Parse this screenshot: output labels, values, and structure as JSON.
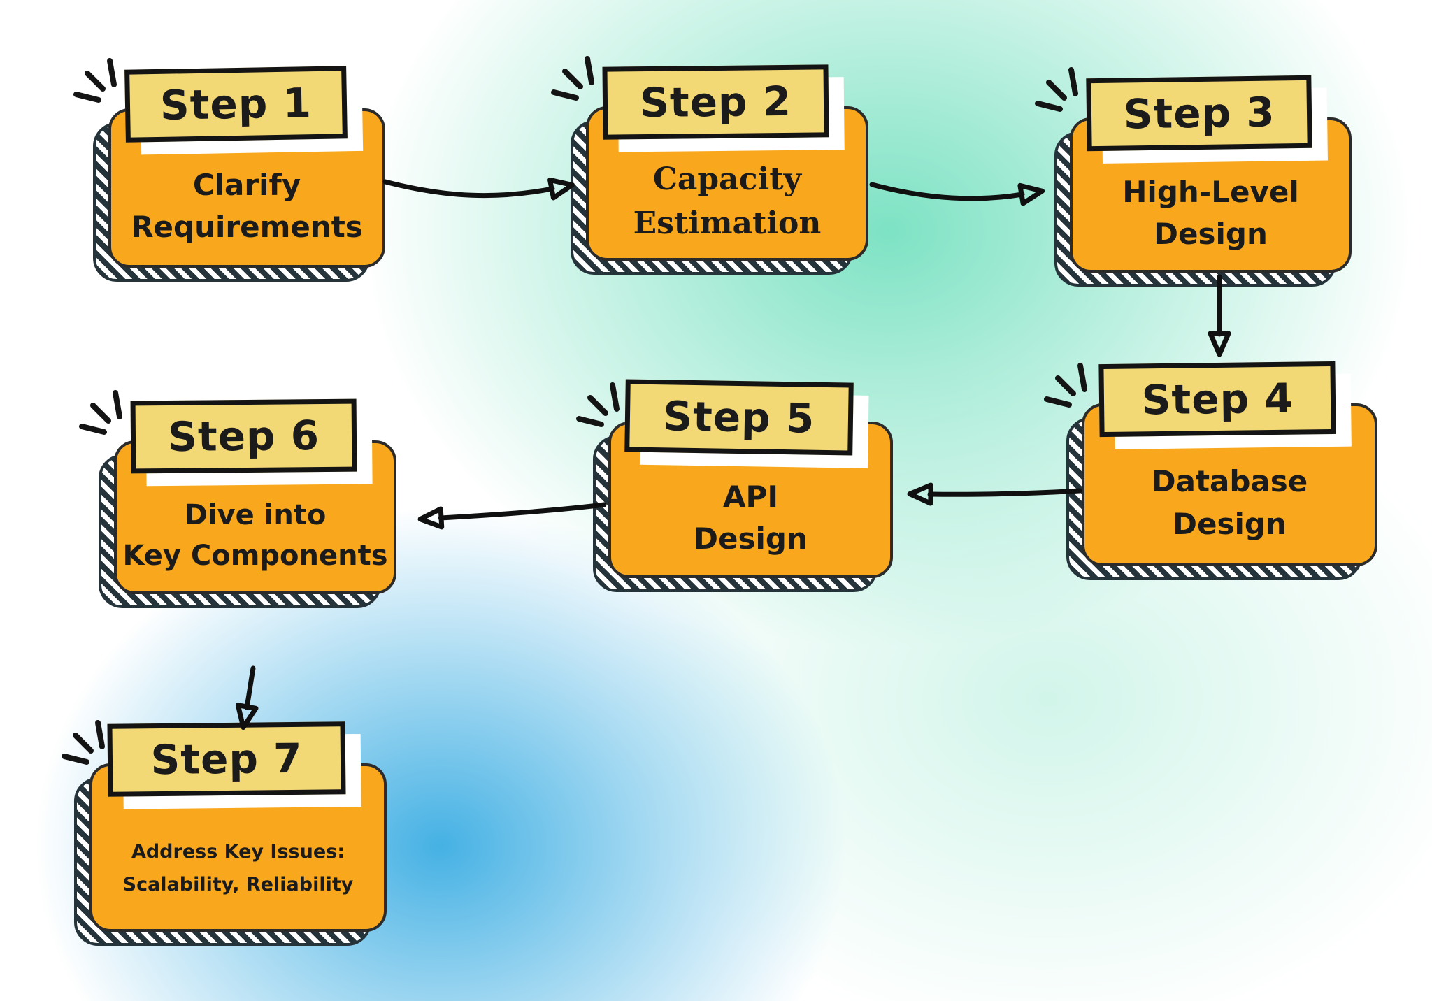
{
  "title": "System design interview steps flow",
  "colors": {
    "card": "#F9A81D",
    "banner": "#F3D976",
    "ink": "#1B1B1B",
    "mint": "#7DE2C3",
    "blue": "#45B1E4",
    "hatch": "#25333A"
  },
  "icons": {
    "sparkle": "three-ray-burst"
  },
  "steps": [
    {
      "label": "Step 1",
      "line1": "Clarify",
      "line2": "Requirements"
    },
    {
      "label": "Step 2",
      "line1": "Capacity",
      "line2": "Estimation"
    },
    {
      "label": "Step 3",
      "line1": "High-Level",
      "line2": "Design"
    },
    {
      "label": "Step 4",
      "line1": "Database",
      "line2": "Design"
    },
    {
      "label": "Step 5",
      "line1": "API",
      "line2": "Design"
    },
    {
      "label": "Step 6",
      "line1": "Dive into",
      "line2": "Key Components"
    },
    {
      "label": "Step 7",
      "line1": "Address Key Issues:",
      "line2": "Scalability, Reliability"
    }
  ],
  "flow": [
    {
      "from": "Step 1",
      "to": "Step 2"
    },
    {
      "from": "Step 2",
      "to": "Step 3"
    },
    {
      "from": "Step 3",
      "to": "Step 4"
    },
    {
      "from": "Step 4",
      "to": "Step 5"
    },
    {
      "from": "Step 5",
      "to": "Step 6"
    },
    {
      "from": "Step 6",
      "to": "Step 7"
    }
  ]
}
